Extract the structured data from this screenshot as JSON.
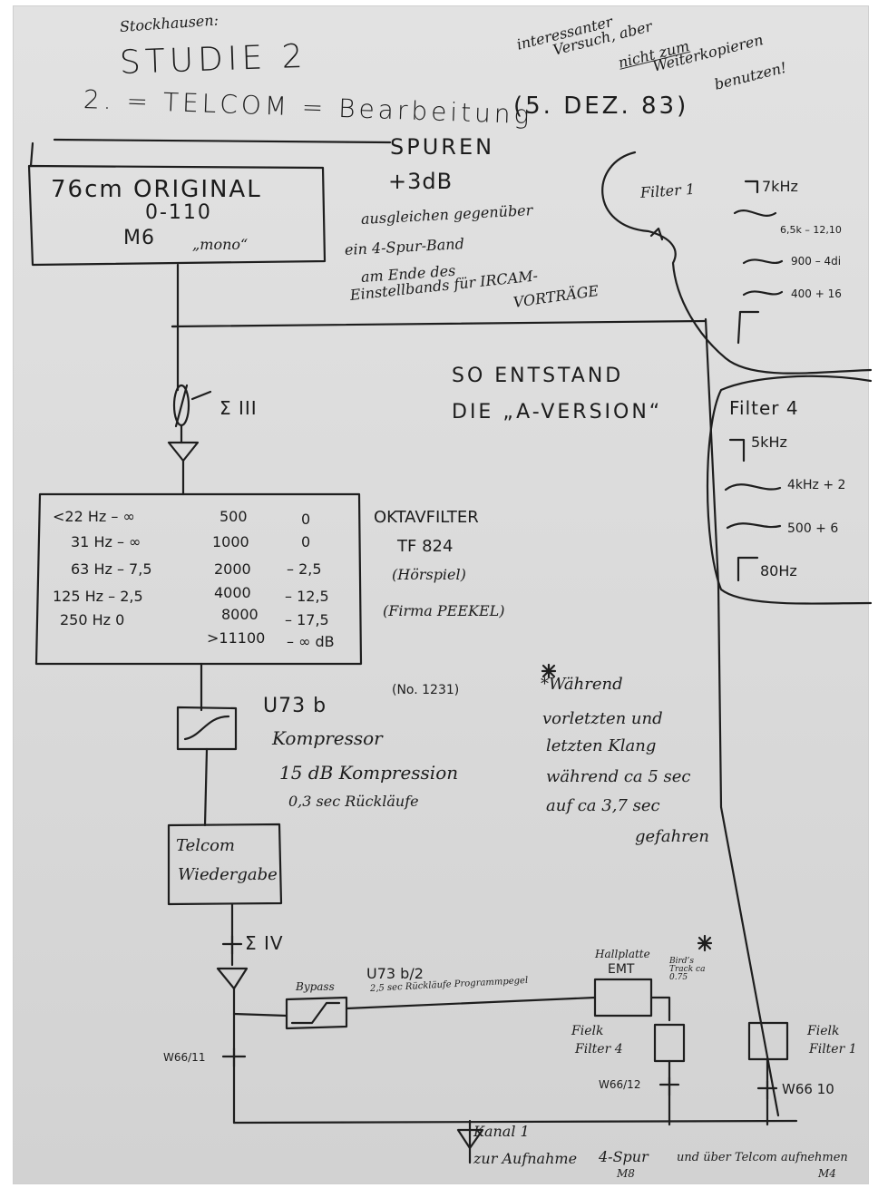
{
  "header": {
    "composer": "Stockhausen:",
    "title": "STUDIE 2",
    "subtitle": "2. = TELCOM = Bearbeitung",
    "date": "(5. DEZ. 83)",
    "note": [
      "interessanter",
      "Versuch, aber",
      "nicht zum",
      "Weiterkopieren",
      "benutzen!"
    ]
  },
  "original_box": {
    "line1": "76cm ORIGINAL",
    "line2": "0-110",
    "line3": "M6",
    "line4": "„mono“"
  },
  "spuren": {
    "title": "SPUREN",
    "gain": "+3dB",
    "lines": [
      "ausgleichen gegenüber",
      "ein 4-Spur-Band",
      "am Ende des",
      "Einstellbands für IRCAM-",
      "VORTRÄGE"
    ]
  },
  "filter1": {
    "label": "Filter 1",
    "items": [
      "7kHz",
      "6,5k – 12,10",
      "900 – 4di",
      "400 + 16"
    ]
  },
  "version_note": {
    "line1": "SO ENTSTAND",
    "line2": "DIE „A-VERSION“"
  },
  "sigma1": "Σ III",
  "filter4": {
    "label": "Filter 4",
    "items": [
      "5kHz",
      "4kHz + 2",
      "500 + 6",
      "80Hz"
    ]
  },
  "octave_table": {
    "rows": [
      [
        "<22 Hz – ∞",
        "500",
        "0"
      ],
      [
        "31 Hz – ∞",
        "1000",
        "0"
      ],
      [
        "63 Hz – 7,5",
        "2000",
        "– 2,5"
      ],
      [
        "125 Hz – 2,5",
        "4000",
        "– 12,5"
      ],
      [
        "250 Hz   0",
        "8000",
        "– 17,5"
      ],
      [
        "",
        ">11100",
        "– ∞ dB"
      ]
    ]
  },
  "octave_note": {
    "line1": "OKTAVFILTER",
    "line2": "TF 824",
    "line3": "(Hörspiel)",
    "line4": "(Firma PEEKEL)"
  },
  "compressor": {
    "model": "U73 b",
    "label": "Kompressor",
    "amount": "15 dB Kompression",
    "time": "0,3 sec Rückläufe"
  },
  "serial": "(No. 1231)",
  "star_note": {
    "lines": [
      "*Während",
      "vorletzten und",
      "letzten Klang",
      "während ca 5 sec",
      "auf ca 3,7 sec",
      "gefahren"
    ]
  },
  "telcom_box": {
    "line1": "Telcom",
    "line2": "Wiedergabe"
  },
  "sigma2": "Σ IV",
  "bypass": {
    "label": "Bypass",
    "model": "U73 b/2",
    "detail": "2,5 sec Rückläufe Programmpegel"
  },
  "plate": {
    "label": "Hallplatte",
    "model": "EMT",
    "note": "Bird’s Track ca 0.75"
  },
  "w66_11": "W66/11",
  "w66_12": "W66/12",
  "w66_10": "W66 10",
  "fielk4": [
    "Fielk",
    "Filter 4"
  ],
  "fielk1": [
    "Fielk",
    "Filter 1"
  ],
  "kanal": "Kanal 1",
  "bottom_note": {
    "a": "zur Aufnahme",
    "b": "4-Spur",
    "c": "M8",
    "d": "und über Telcom aufnehmen",
    "e": "M4"
  }
}
